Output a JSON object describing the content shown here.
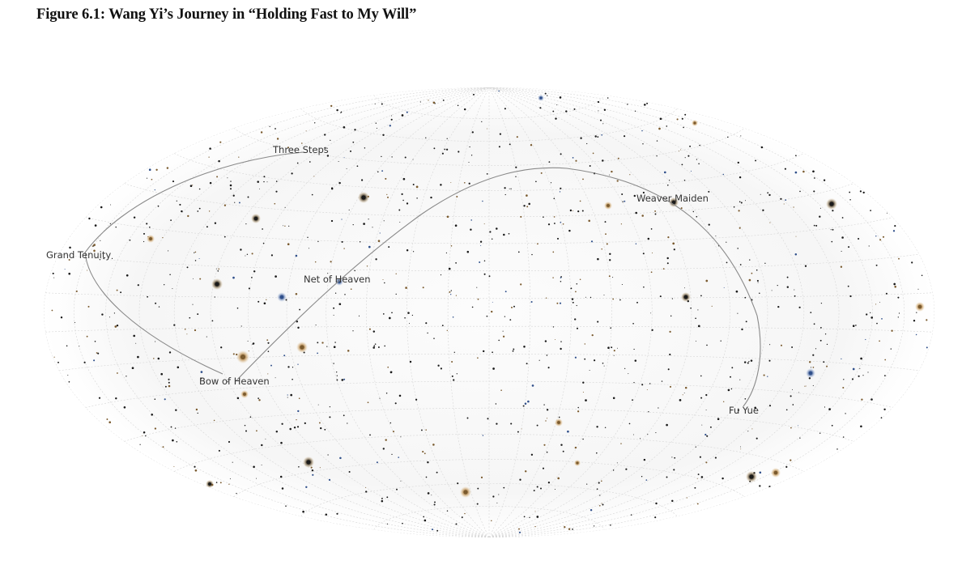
{
  "figure": {
    "title": "Figure 6.1: Wang Yi’s Journey in “Holding Fast to My Will”"
  },
  "sky_map": {
    "projection": "all-sky ellipse (Hammer–Aitoff style) with coordinate grid",
    "labels": {
      "three_steps": "Three Steps",
      "weaver_maiden": "Weaver Maiden",
      "grand_tenuity": "Grand Tenuity",
      "net_of_heaven": "Net of Heaven",
      "bow_of_heaven": "Bow of Heaven",
      "fu_yue": "Fu Yue"
    },
    "colors": {
      "background": "#ffffff",
      "grid": "#d6d6d6",
      "path": "#8a8a8a",
      "star_dark": "#1a1a1a",
      "star_brown": "#7a5a2e",
      "star_blue": "#2f4f8a"
    }
  }
}
